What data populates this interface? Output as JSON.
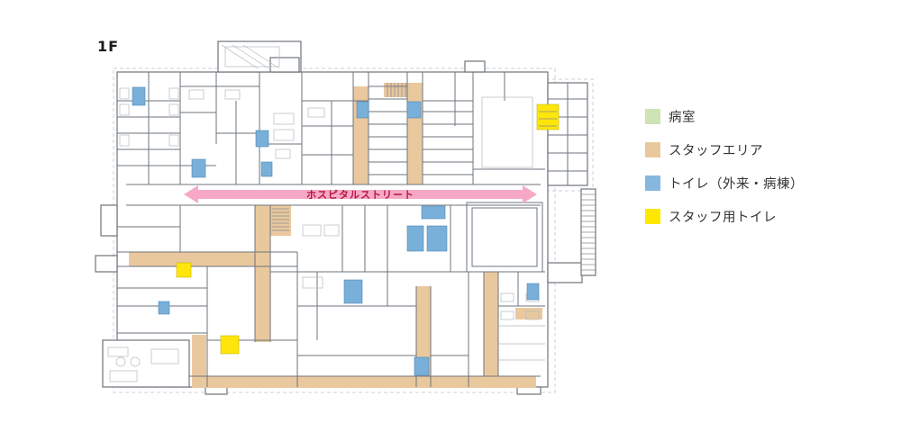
{
  "title": "1F",
  "street": {
    "label": "ホスピタルストリート",
    "arrow_color": "#f6a8c5",
    "label_color": "#b71540"
  },
  "legend": {
    "items": [
      {
        "name": "patient-room",
        "label": "病室",
        "color": "#cfe3b4"
      },
      {
        "name": "staff-area",
        "label": "スタッフエリア",
        "color": "#eac89e"
      },
      {
        "name": "toilet",
        "label": "トイレ（外来・病棟）",
        "color": "#85b7e0"
      },
      {
        "name": "staff-toilet",
        "label": "スタッフ用トイレ",
        "color": "#ffe800"
      }
    ]
  }
}
